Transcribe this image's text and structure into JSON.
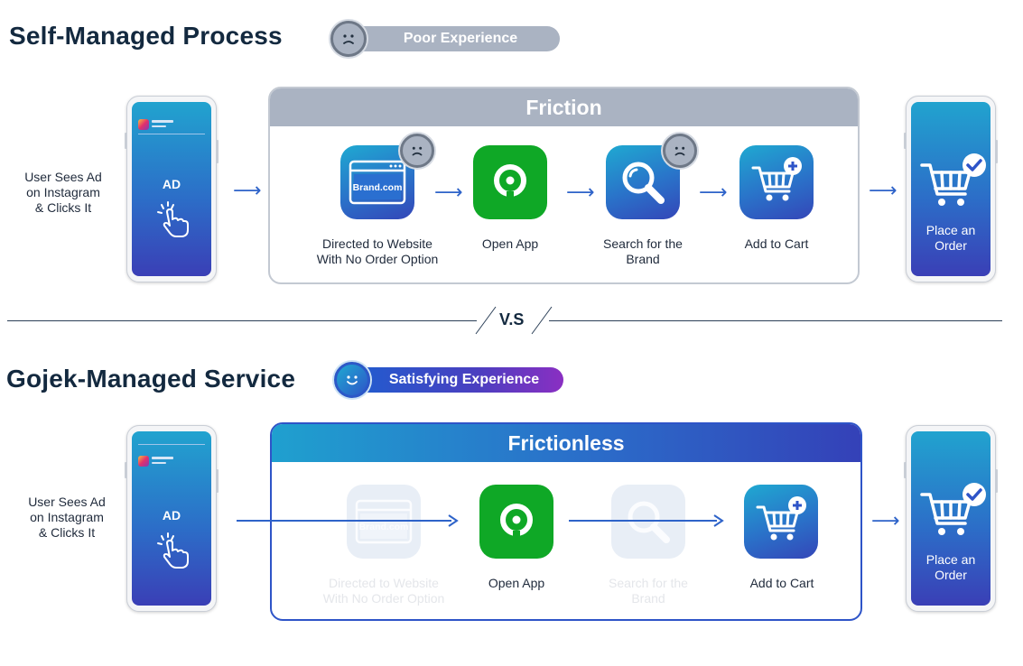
{
  "top": {
    "title": "Self-Managed Process",
    "badge": "Poor Experience",
    "frame_title": "Friction",
    "left_label": [
      "User Sees Ad",
      "on Instagram",
      "& Clicks It"
    ],
    "phone_ad": "AD",
    "place_order": [
      "Place an",
      "Order"
    ],
    "website_brand": "Brand.com",
    "steps": [
      {
        "label": [
          "Directed to Website",
          "With No Order Option"
        ]
      },
      {
        "label": [
          "Open App"
        ]
      },
      {
        "label": [
          "Search for the",
          "Brand"
        ]
      },
      {
        "label": [
          "Add to Cart"
        ]
      }
    ]
  },
  "versus": "V.S",
  "bottom": {
    "title": "Gojek-Managed Service",
    "badge": "Satisfying Experience",
    "frame_title": "Frictionless",
    "left_label": [
      "User Sees Ad",
      "on Instagram",
      "& Clicks It"
    ],
    "phone_ad": "AD",
    "place_order": [
      "Place an",
      "Order"
    ],
    "website_brand": "Brand.com",
    "steps": [
      {
        "label": [
          "Directed to Website",
          "With No Order Option"
        ]
      },
      {
        "label": [
          "Open App"
        ]
      },
      {
        "label": [
          "Search for the",
          "Brand"
        ]
      },
      {
        "label": [
          "Add to Cart"
        ]
      }
    ]
  },
  "colors": {
    "navy": "#13293f",
    "grey": "#aab3c2",
    "blue": "#2e54c8",
    "green": "#0fa826",
    "purple": "#8a2fc2"
  }
}
